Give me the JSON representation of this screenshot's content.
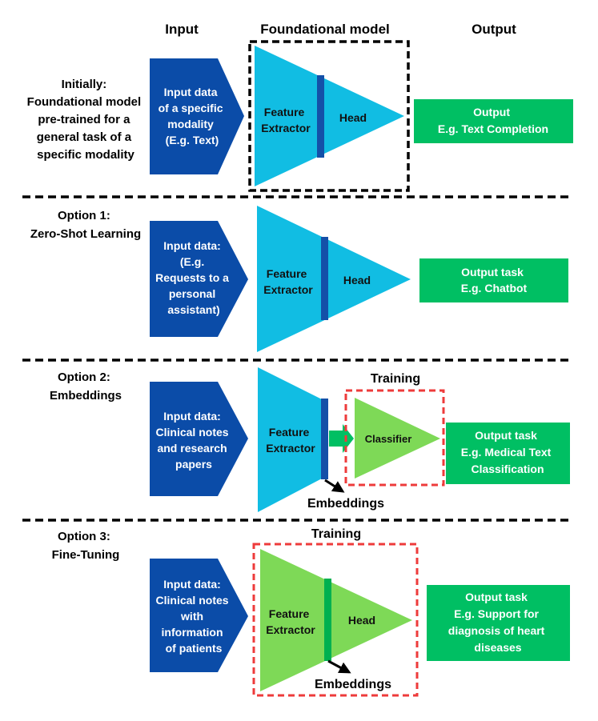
{
  "headers": {
    "input": "Input",
    "model": "Foundational model",
    "output": "Output"
  },
  "colors": {
    "input_blue": "#0b4ca8",
    "model_cyan": "#11bde3",
    "divider_blue": "#1450a8",
    "output_green": "#00bf63",
    "trainable_green": "#7ed957",
    "divider_green": "#00b050",
    "training_red": "#ee3b3b"
  },
  "rows": [
    {
      "label": [
        "Initially:",
        "Foundational model",
        "pre-trained for a",
        "general task of a",
        "specific modality"
      ],
      "input": [
        "Input data",
        "of a specific",
        "modality",
        "(E.g. Text)"
      ],
      "model": {
        "left": [
          "Feature",
          "Extractor"
        ],
        "right": "Head"
      },
      "output": [
        "Output",
        "E.g. Text Completion"
      ]
    },
    {
      "label": [
        "Option 1:",
        "Zero-Shot Learning"
      ],
      "input": [
        "Input data:",
        "(E.g.",
        "Requests to a",
        "personal",
        "assistant)"
      ],
      "model": {
        "left": [
          "Feature",
          "Extractor"
        ],
        "right": "Head"
      },
      "output": [
        "Output task",
        "E.g. Chatbot"
      ]
    },
    {
      "label": [
        "Option 2:",
        "Embeddings"
      ],
      "input": [
        "Input data:",
        "Clinical notes",
        "and research",
        "papers"
      ],
      "model": {
        "left": [
          "Feature",
          "Extractor"
        ]
      },
      "training": "Training",
      "classifier": "Classifier",
      "embeddings": "Embeddings",
      "output": [
        "Output task",
        "E.g. Medical Text",
        "Classification"
      ]
    },
    {
      "label": [
        "Option 3:",
        "Fine-Tuning"
      ],
      "input": [
        "Input data:",
        "Clinical notes",
        "with",
        "information",
        "of patients"
      ],
      "model": {
        "left": [
          "Feature",
          "Extractor"
        ],
        "right": "Head"
      },
      "training": "Training",
      "embeddings": "Embeddings",
      "output": [
        "Output task",
        "E.g. Support for",
        "diagnosis of heart",
        "diseases"
      ]
    }
  ]
}
